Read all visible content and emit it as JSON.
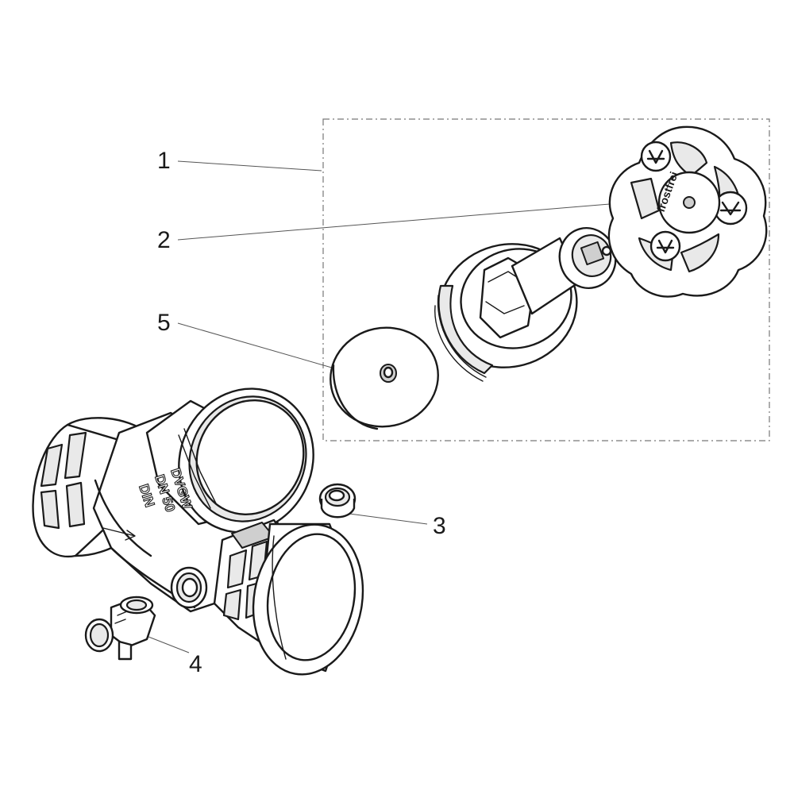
{
  "callouts": [
    {
      "id": "1",
      "label": "1"
    },
    {
      "id": "2",
      "label": "2"
    },
    {
      "id": "3",
      "label": "3"
    },
    {
      "id": "4",
      "label": "4"
    },
    {
      "id": "5",
      "label": "5"
    }
  ],
  "body_markings": {
    "line1": "DVGW",
    "line2": "DN 50",
    "line3": "DIN"
  },
  "handwheel_text": "frostfrei",
  "colors": {
    "line": "#1a1a1a",
    "leader": "#555555",
    "light_fill": "#e9e9e9",
    "mid_fill": "#cfcfcf",
    "background": "#ffffff"
  }
}
